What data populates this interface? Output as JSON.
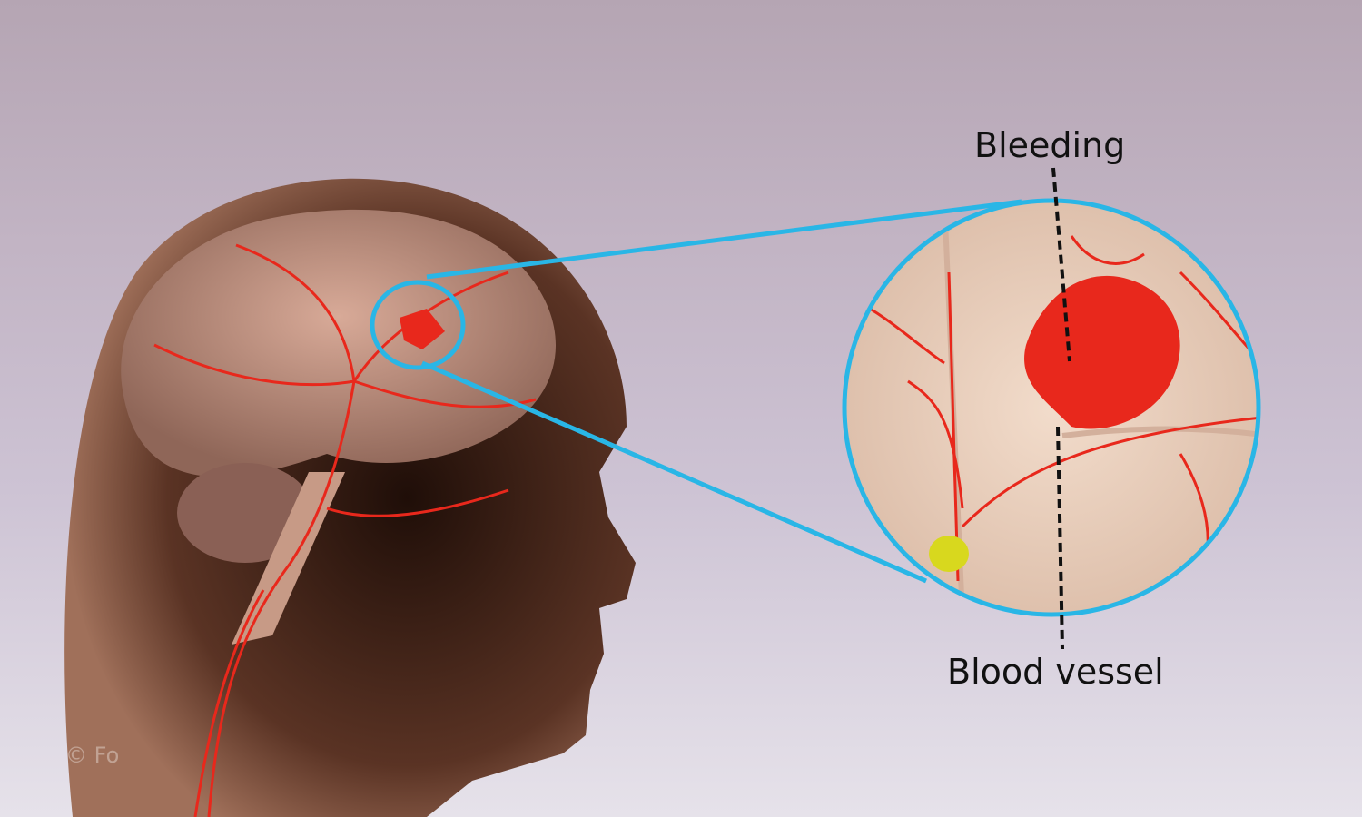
{
  "labels": {
    "bleeding": "Bleeding",
    "blood_vessel": "Blood vessel"
  },
  "watermark": "© Fo",
  "colors": {
    "callout": "#29b6e6",
    "vessel": "#e8281c",
    "brain": "#c99a8a",
    "skin": "#5a3324"
  }
}
